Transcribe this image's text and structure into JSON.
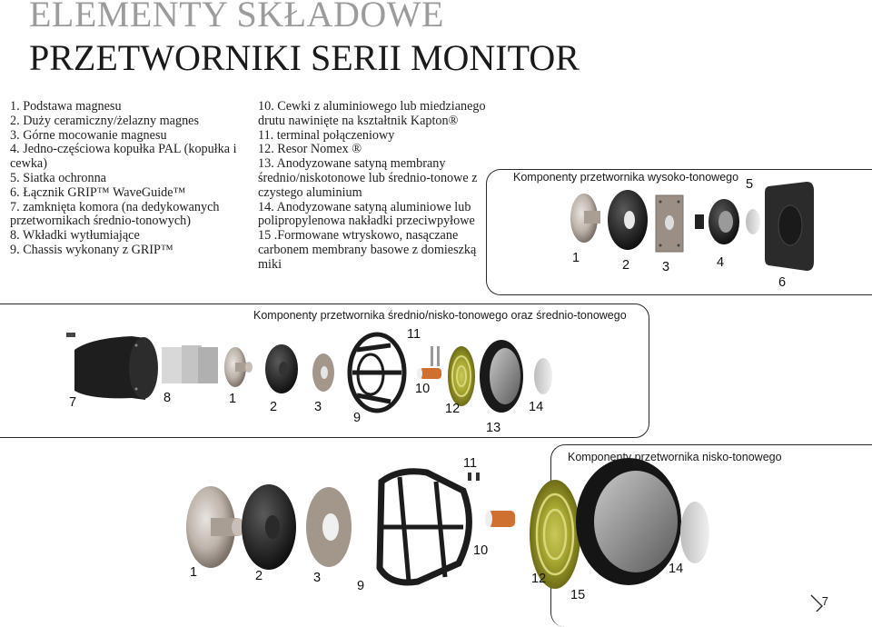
{
  "header": {
    "title_line1": "ELEMENTY SKŁADOWE",
    "title_line2": "PRZETWORNIKI SERII MONITOR"
  },
  "legend_left": [
    "1. Podstawa magnesu",
    "2. Duży ceramiczny/żelazny magnes",
    "3. Górne mocowanie magnesu",
    "4. Jedno-częściowa kopułka PAL (kopułka i cewka)",
    "5. Siatka ochronna",
    "6. Łącznik GRIP™ WaveGuide™",
    "7. zamknięta komora (na dedykowanych przetwornikach średnio-tonowych)",
    "8. Wkładki wytłumiające",
    "9. Chassis wykonany z GRIP™"
  ],
  "legend_mid": [
    "10. Cewki z aluminiowego lub miedzianego drutu nawinięte na kształtnik Kapton®",
    "11. terminal połączeniowy",
    "12. Resor Nomex ®",
    "13. Anodyzowane satyną membrany średnio/niskotonowe lub średnio-tonowe z czystego aluminium",
    "14. Anodyzowane satyną aluminiowe lub polipropylenowa nakładki przeciwpyłowe",
    "15 .Formowane wtryskowo, nasączane carbonem membrany basowe z domieszką miki"
  ],
  "sections": {
    "tweeter": {
      "label": "Komponenty przetwornika wysoko-tonowego",
      "numbers": [
        "1",
        "2",
        "3",
        "4",
        "5",
        "6"
      ]
    },
    "midrange": {
      "label": "Komponenty przetwornika średnio/nisko-tonowego oraz średnio-tonowego",
      "numbers": [
        "7",
        "8",
        "1",
        "2",
        "3",
        "9",
        "11",
        "10",
        "12",
        "13",
        "14"
      ]
    },
    "woofer": {
      "label": "Komponenty przetwornika nisko-tonowego",
      "numbers": [
        "11",
        "1",
        "2",
        "3",
        "9",
        "10",
        "12",
        "15",
        "14"
      ]
    }
  },
  "page_number": "7"
}
